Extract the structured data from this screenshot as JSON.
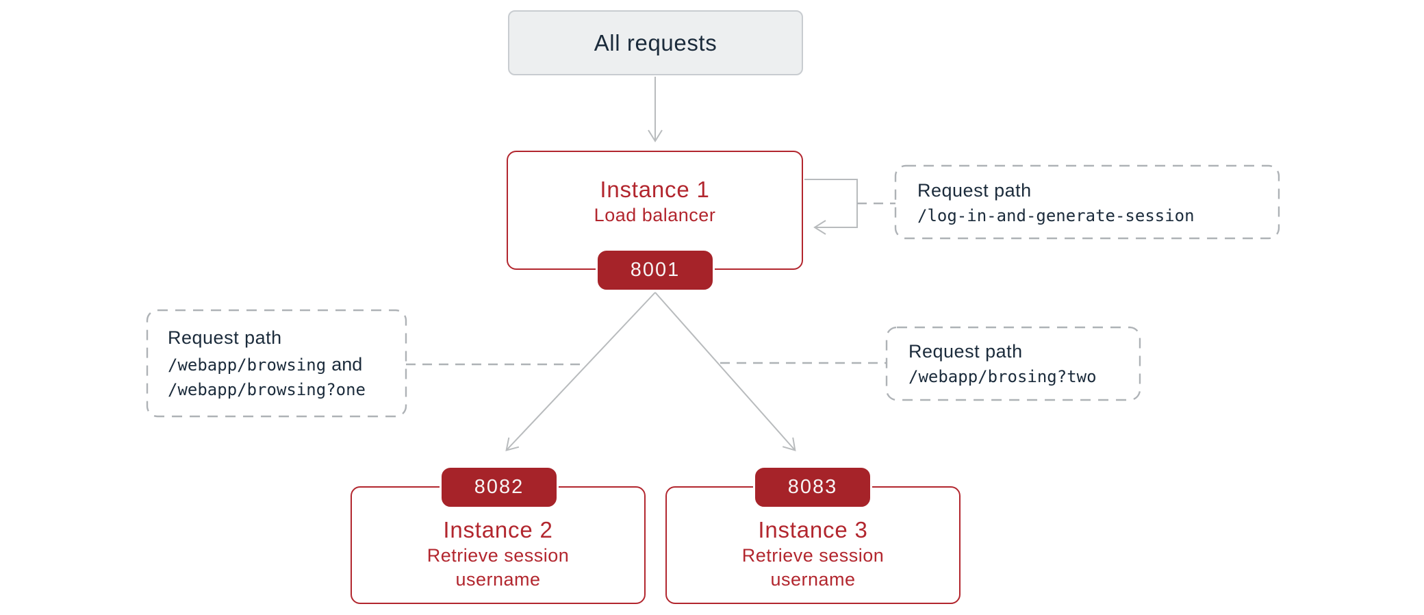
{
  "colors": {
    "red_border": "#b2262e",
    "red_text": "#b2262e",
    "badge_fill": "#a62329",
    "navy_text": "#1b2b3b",
    "source_fill": "#edeff0",
    "source_border": "#c8ccd0",
    "arrow_gray": "#b8bbbd",
    "dashed_gray": "#aeb2b6"
  },
  "source": {
    "label": "All requests"
  },
  "instances": [
    {
      "title": "Instance 1",
      "subtitle": "Load balancer",
      "port": "8001"
    },
    {
      "title": "Instance 2",
      "subtitle": "Retrieve session username",
      "port": "8082"
    },
    {
      "title": "Instance 3",
      "subtitle": "Retrieve session username",
      "port": "8083"
    }
  ],
  "notes": [
    {
      "label": "Request path",
      "code": "/log-in-and-generate-session"
    },
    {
      "label": "Request path",
      "code1": "/webapp/browsing",
      "conjunction": "and",
      "code2": "/webapp/browsing?one"
    },
    {
      "label": "Request path",
      "code": "/webapp/brosing?two"
    }
  ]
}
